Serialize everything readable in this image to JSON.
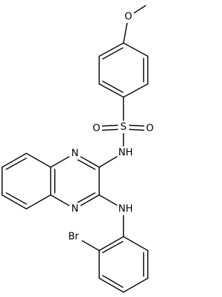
{
  "molecule": {
    "atoms": {
      "oxygen_methoxy": "O",
      "sulfur": "S",
      "oxygen_sulfonyl_left": "O",
      "oxygen_sulfonyl_right": "O",
      "sulfonamide_nh": "NH",
      "quinoxaline_n_top": "N",
      "quinoxaline_n_bottom": "N",
      "amine_nh": "NH",
      "bromine": "Br"
    }
  }
}
